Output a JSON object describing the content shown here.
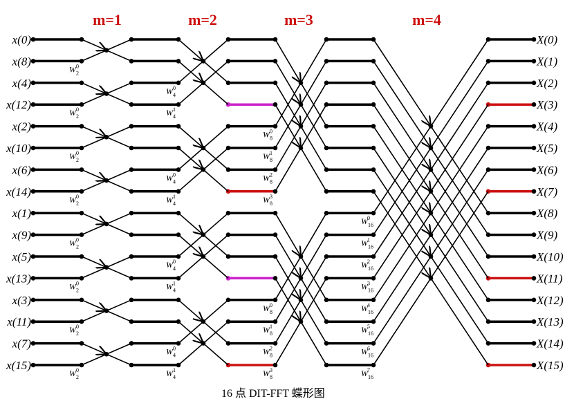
{
  "stage_titles": [
    "m=1",
    "m=2",
    "m=3",
    "m=4"
  ],
  "inputs": [
    "x(0)",
    "x(8)",
    "x(4)",
    "x(12)",
    "x(2)",
    "x(10)",
    "x(6)",
    "x(14)",
    "x(1)",
    "x(9)",
    "x(5)",
    "x(13)",
    "x(3)",
    "x(11)",
    "x(7)",
    "x(15)"
  ],
  "outputs": [
    "X(0)",
    "X(1)",
    "X(2)",
    "X(3)",
    "X(4)",
    "X(5)",
    "X(6)",
    "X(7)",
    "X(8)",
    "X(9)",
    "X(10)",
    "X(11)",
    "X(12)",
    "X(13)",
    "X(14)",
    "X(15)"
  ],
  "twiddle_base": "W",
  "caption": "16 点 DIT-FFT 蝶形图",
  "highlights": [
    {
      "column": 2,
      "rows": [
        3,
        11
      ],
      "color": "#cc22cc"
    },
    {
      "column": 2,
      "rows": [
        7,
        15
      ],
      "color": "#cc1111"
    },
    {
      "column": 4,
      "rows": [
        3,
        7,
        11,
        15
      ],
      "color": "#cc1111"
    }
  ],
  "colors": {
    "line": "#000000",
    "title": "#cc1111"
  }
}
